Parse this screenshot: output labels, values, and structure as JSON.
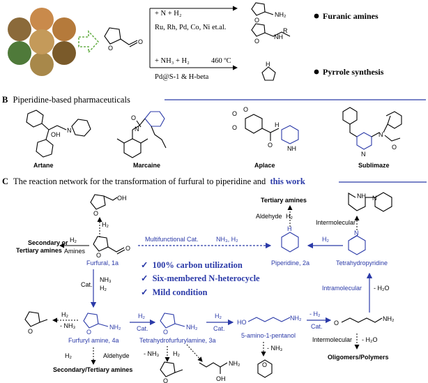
{
  "section_a": {
    "route1_reagents": "+ N        + H₂",
    "route1_catalysts": "Ru, Rh, Pd, Co, Ni et.al.",
    "route1_label": "Furanic amines",
    "route2_reagents": "+ NH₃   + H₂",
    "route2_temp": "460 ºC",
    "route2_catalysts": "Pd@S-1 & H-beta",
    "route2_label": "Pyrrole synthesis",
    "nh2": "NH₂",
    "nh": "NH",
    "h": "H",
    "r": "R",
    "o": "O"
  },
  "section_b": {
    "letter": "B",
    "title": "Piperidine-based pharmaceuticals",
    "drugs": [
      "Artane",
      "Marcaine",
      "Aplace",
      "Sublimaze"
    ],
    "oh": "OH",
    "n": "N",
    "h": "H",
    "o": "O",
    "nh": "NH"
  },
  "section_c": {
    "letter": "C",
    "title": "The reaction network for the transformation of furfural to piperidine and",
    "title_highlight": "this work",
    "advantages": [
      "100% carbon utilization",
      "Six-membered N-heterocycle",
      "Mild condition"
    ],
    "compounds": {
      "furfural": "Furfural, 1a",
      "furfuryl_amine": "Furfuryl amine, 4a",
      "thfa": "Tetrahydrofurfurylamine, 3a",
      "amino_pentanol": "5-amino-1-pentanol",
      "piperidine": "Piperidine, 2a",
      "thp": "Tetrahydropyridine",
      "tertiary_amines": "Tertiary amines",
      "sec_tert_left": "Secondary or",
      "sec_tert_left2": "Tertiary amines",
      "amines": "Amines",
      "sec_tert_bottom": "Secondary/Tertiary amines",
      "oligomers": "Oligomers/Polymers"
    },
    "conditions": {
      "h2": "H₂",
      "cat": "Cat.",
      "nh3": "NH₃",
      "neg_nh3": "- NH₃",
      "neg_h2o": "- H₂O",
      "neg_h2": "- H₂",
      "multifunctional": "Multifunctional Cat.",
      "nh3_h2": "NH₃, H₂",
      "aldehyde_h2": "Aldehyde",
      "h2_aldehyde": "Aldehyde",
      "intermolecular": "Intermolecular",
      "intramolecular": "Intramolecular"
    },
    "atoms": {
      "o": "O",
      "oh": "OH",
      "ho": "HO",
      "nh2": "NH₂",
      "nh": "NH",
      "n": "N",
      "h": "H"
    }
  },
  "colors": {
    "accent": "#2b3aa8",
    "text": "#000000",
    "check": "#2b3aa8"
  }
}
